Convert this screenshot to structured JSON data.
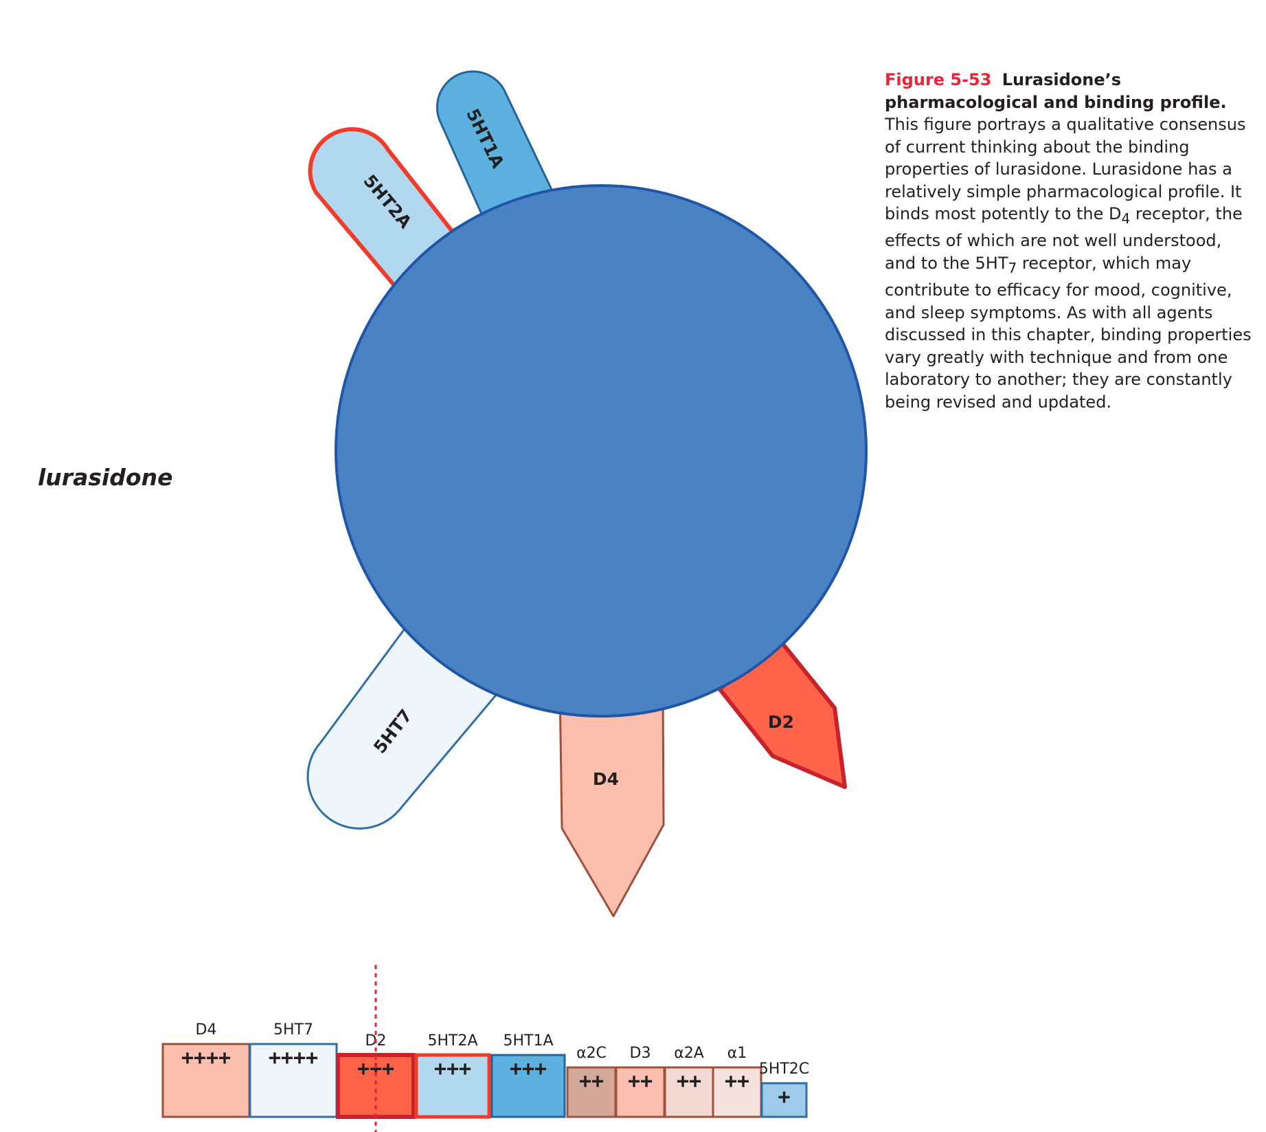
{
  "drug_name": "lurasidone",
  "colors": {
    "molecule": "#4a82c4",
    "molecule_stroke": "#1f56a8"
  },
  "receptors": {
    "r5ht1a": "5HT1A",
    "r5ht2a": "5HT2A",
    "r5ht7": "5HT7",
    "d4": "D4",
    "d2": "D2"
  },
  "binding_strip": [
    {
      "label": "D4",
      "plus": "++++",
      "fill": "#fcbfae",
      "stroke": "#a0503a"
    },
    {
      "label": "5HT7",
      "plus": "++++",
      "fill": "#eef6fc",
      "stroke": "#2f6fa6"
    },
    {
      "label": "D2",
      "plus": "+++",
      "fill": "#ff634a",
      "stroke": "#c8232b"
    },
    {
      "label": "5HT2A",
      "plus": "+++",
      "fill": "#b1d8ee",
      "stroke": "#f33b2a"
    },
    {
      "label": "5HT1A",
      "plus": "+++",
      "fill": "#5cb1de",
      "stroke": "#23629b"
    },
    {
      "label": "α2C",
      "plus": "++",
      "fill": "#d4a898",
      "stroke": "#9a5442"
    },
    {
      "label": "D3",
      "plus": "++",
      "fill": "#fbbfb0",
      "stroke": "#a0503a"
    },
    {
      "label": "α2A",
      "plus": "++",
      "fill": "#f2d9d3",
      "stroke": "#a0503a"
    },
    {
      "label": "α1",
      "plus": "++",
      "fill": "#f6e2dc",
      "stroke": "#a0503a"
    },
    {
      "label": "5HT2C",
      "plus": "+",
      "fill": "#9dcbe9",
      "stroke": "#2f6fa6"
    }
  ],
  "caption": {
    "figure_number": "Figure 5-53",
    "title": "Lurasidone’s pharmacological and binding profile.",
    "body_1": "This figure portrays a qualitative consensus of current thinking about the binding properties of lurasidone. Lurasidone has a relatively simple pharmacological profile. It binds most potently to the D",
    "sub_1": "4",
    "body_2": " receptor, the effects of which are not well understood, and to the 5HT",
    "sub_2": "7",
    "body_3": " receptor, which may contribute to efficacy for mood, cognitive, and sleep symptoms. As with all agents discussed in this chapter, binding properties vary greatly with technique and from one laboratory to another; they are constantly being revised and updated."
  }
}
